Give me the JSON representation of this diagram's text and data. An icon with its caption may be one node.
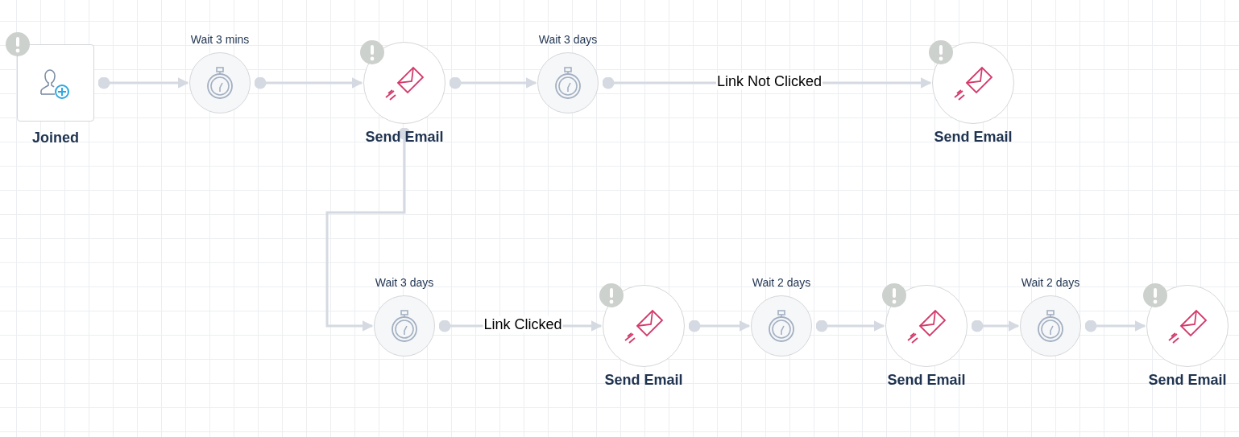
{
  "diagram": {
    "nodes": [
      {
        "text": [
          "Joined"
        ]
      },
      {
        "text": [
          "Wait  3 mins"
        ]
      },
      {
        "text": [
          "Send Email"
        ]
      },
      {
        "text": [
          "Wait  3 days"
        ]
      },
      {
        "text": [
          "Send Email"
        ]
      },
      {
        "text": [
          "Wait  3 days"
        ]
      },
      {
        "text": [
          "Send Email"
        ]
      },
      {
        "text": [
          "Wait  2 days"
        ]
      },
      {
        "text": [
          "Send Email"
        ]
      },
      {
        "text": [
          "Wait  2 days"
        ]
      },
      {
        "text": [
          "Send Email"
        ]
      }
    ],
    "edges": [
      {
        "from": 0,
        "to": 1,
        "arrow": "to"
      },
      {
        "from": 1,
        "to": 2,
        "arrow": "to"
      },
      {
        "from": 2,
        "to": 3,
        "arrow": "to"
      },
      {
        "from": 3,
        "to": 4,
        "arrow": "to",
        "label": "Link Not Clicked"
      },
      {
        "from": 2,
        "to": 5,
        "arrow": "to"
      },
      {
        "from": 5,
        "to": 6,
        "arrow": "to",
        "label": "Link Clicked"
      },
      {
        "from": 6,
        "to": 7,
        "arrow": "to"
      },
      {
        "from": 7,
        "to": 8,
        "arrow": "to"
      },
      {
        "from": 8,
        "to": 9,
        "arrow": "to"
      },
      {
        "from": 9,
        "to": 10,
        "arrow": "to"
      }
    ]
  }
}
